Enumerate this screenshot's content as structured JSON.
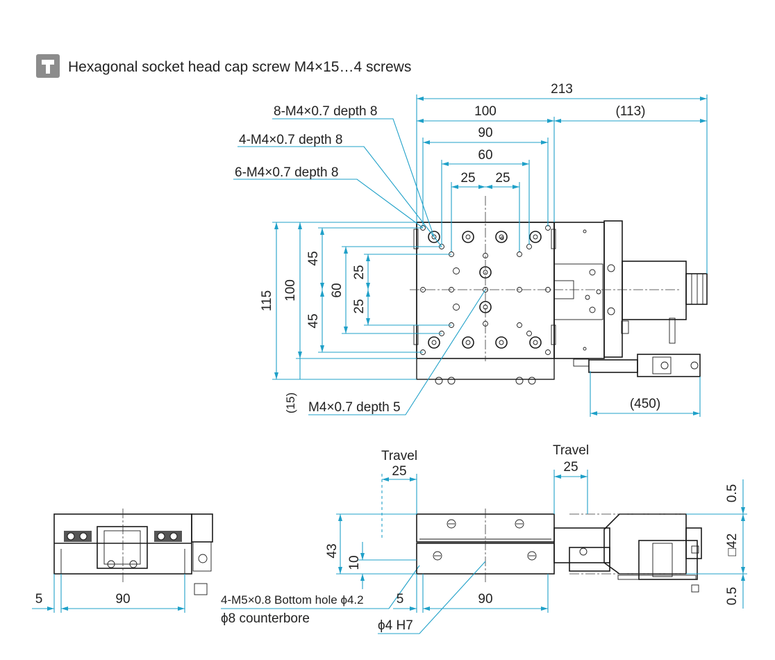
{
  "legend": {
    "icon": "screw-icon",
    "icon_bg": "#8c8c8c",
    "text": "Hexagonal socket head cap screw M4×15…4 screws"
  },
  "colors": {
    "dimension": "#1fa0c8",
    "outline": "#1a1a1a"
  },
  "top_view": {
    "dim_total_width": "213",
    "dim_stage_width": "100",
    "dim_motor_width": "(113)",
    "dim_hole_span_90": "90",
    "dim_hole_span_60": "60",
    "dim_left_25": "25",
    "dim_right_25": "25",
    "callout_8m4": "8-M4×0.7 depth 8",
    "callout_4m4": "4-M4×0.7 depth 8",
    "callout_6m4": "6-M4×0.7 depth 8",
    "callout_center": "M4×0.7 depth 5",
    "dim_height_115": "115",
    "dim_height_100": "100",
    "dim_height_60": "60",
    "dim_upper_45": "45",
    "dim_lower_45": "45",
    "dim_upper_25": "25",
    "dim_lower_25": "25",
    "dim_offset_15": "(15)",
    "dim_cable_450": "(450)"
  },
  "end_view": {
    "dim_left_5": "5",
    "dim_width_90": "90",
    "callout_bottom_hole": "4-M5×0.8 Bottom hole ϕ4.2",
    "callout_counterbore": "ϕ8 counterbore"
  },
  "side_view": {
    "travel_label_left": "Travel",
    "travel_value_left": "25",
    "travel_label_right": "Travel",
    "travel_value_right": "25",
    "dim_height_43": "43",
    "dim_height_10": "10",
    "dim_left_5": "5",
    "dim_width_90": "90",
    "dim_top_05": "0.5",
    "dim_bottom_05": "0.5",
    "dim_square_42": "□42",
    "callout_pin": "ϕ4 H7"
  }
}
